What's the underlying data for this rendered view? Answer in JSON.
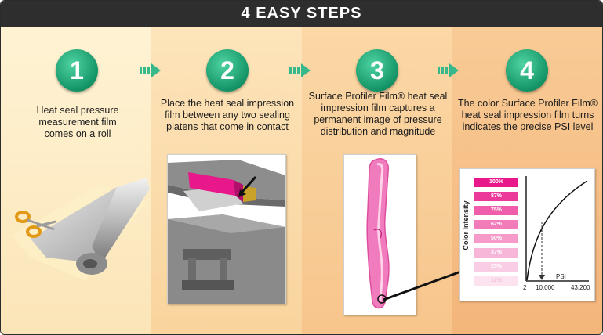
{
  "title": "4 EASY STEPS",
  "steps": [
    {
      "number": "1",
      "text": "Heat seal pressure measurement film comes on a roll"
    },
    {
      "number": "2",
      "text": "Place the heat seal impression film between any two sealing platens that come in contact"
    },
    {
      "number": "3",
      "text_line1": "Surface Profiler Film® heat",
      "text_rest": "seal impression film captures a permanent image of pressure distribution and magnitude"
    },
    {
      "number": "4",
      "text": "The color Surface Profiler Film® heat seal impression film turns indicates the precise PSI level"
    }
  ],
  "chart": {
    "ylabel": "Color Intensity",
    "xlabel": "PSI",
    "x_ticks": [
      "2",
      "10,000",
      "43,200"
    ],
    "scale": [
      "100%",
      "87%",
      "75%",
      "62%",
      "50%",
      "37%",
      "25%",
      "12%"
    ],
    "scale_colors": [
      "#e8178a",
      "#ec3a9b",
      "#ef5dab",
      "#f27cba",
      "#f59ac9",
      "#f7b6d8",
      "#f9cde4",
      "#fce3ef"
    ]
  },
  "colors": {
    "header": "#2e2e2e",
    "circle": "#149466",
    "arrow": "#37b88a",
    "magenta": "#e8178a"
  }
}
